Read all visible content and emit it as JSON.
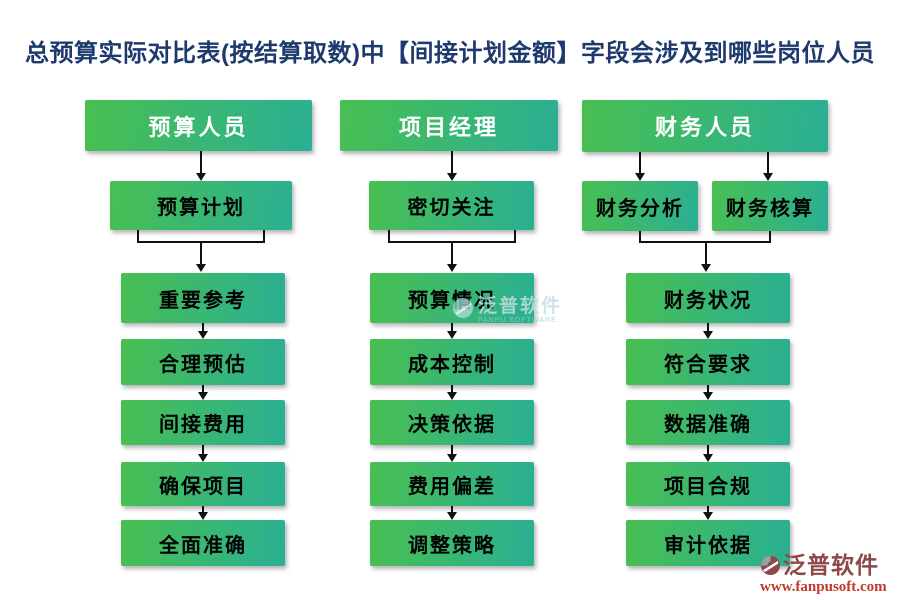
{
  "title": "总预算实际对比表(按结算取数)中【间接计划金额】字段会涉及到哪些岗位人员",
  "columns": [
    {
      "header": "预算人员",
      "gate": "预算计划",
      "steps": [
        "重要参考",
        "合理预估",
        "间接费用",
        "确保项目",
        "全面准确"
      ]
    },
    {
      "header": "项目经理",
      "gate": "密切关注",
      "steps": [
        "预算情况",
        "成本控制",
        "决策依据",
        "费用偏差",
        "调整策略"
      ]
    },
    {
      "header": "财务人员",
      "gates": [
        "财务分析",
        "财务核算"
      ],
      "steps": [
        "财务状况",
        "符合要求",
        "数据准确",
        "项目合规",
        "审计依据"
      ]
    }
  ],
  "watermark_center": {
    "brand": "泛普软件",
    "sub": "FANPU SOFTWARE"
  },
  "watermark_corner": {
    "brand": "泛普软件",
    "url": "www.fanpusoft.com"
  },
  "colors": {
    "title_text": "#1e3a6d",
    "box_gradient_start": "#49bf51",
    "box_gradient_end": "#2aaf94",
    "header_text": "#ffffff",
    "step_text": "#000000",
    "connector": "#111111",
    "corner_brand": "#8d4848",
    "corner_url": "#c0392b"
  }
}
